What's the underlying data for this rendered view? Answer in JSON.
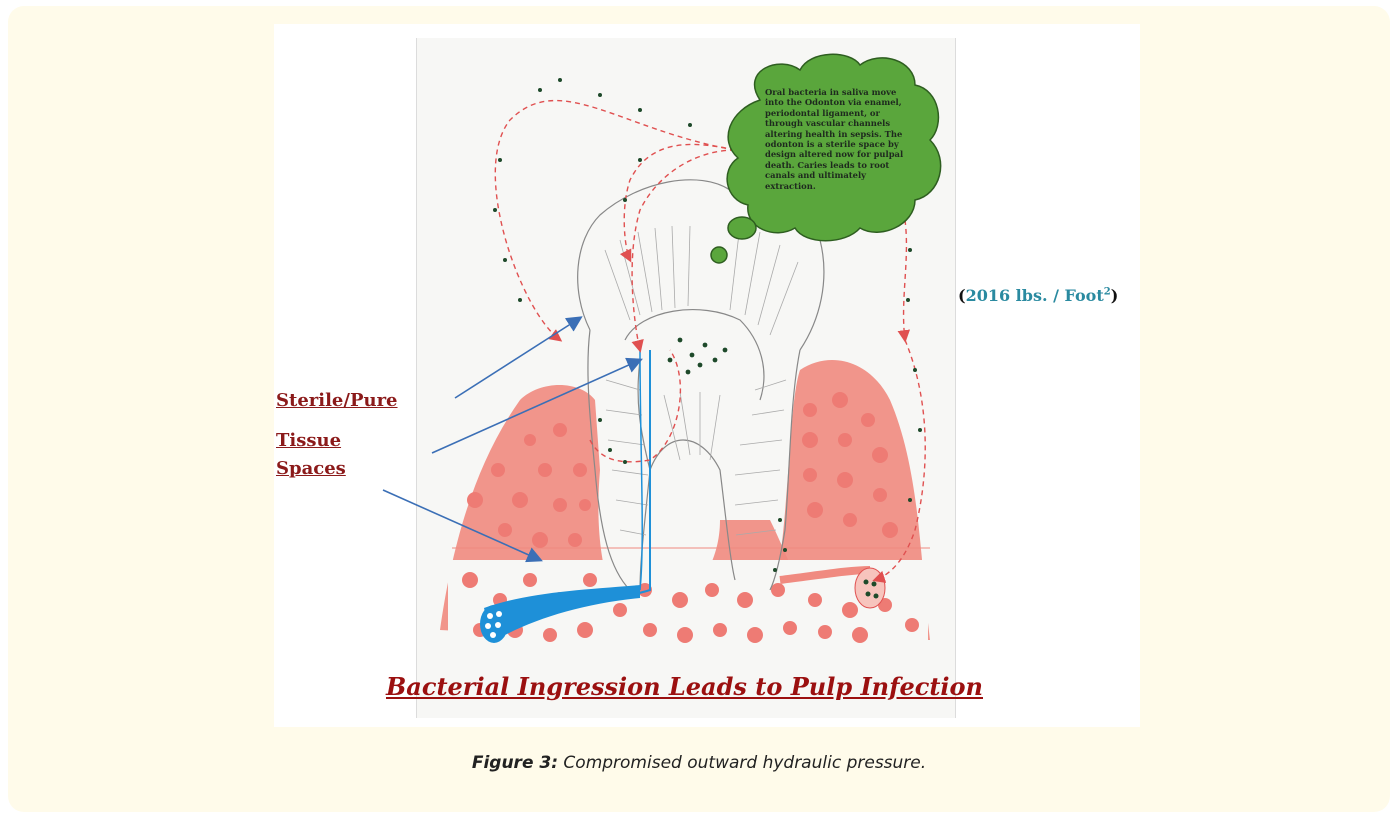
{
  "figure": {
    "bubble_text": "Oral bacteria in saliva move into the Odonton via enamel, periodontal ligament, or through vascular channels altering health in sepsis. The odonton is a sterile space by design altered now for pulpal death. Caries leads to root canals and ultimately extraction.",
    "pressure": {
      "open": "(",
      "value": "2016 lbs. / Foot",
      "sup": "2",
      "close": ")"
    },
    "labels": {
      "sterile": "Sterile/Pure",
      "tissue_line1": "Tissue",
      "tissue_line2": "Spaces"
    },
    "title": "Bacterial Ingression Leads to Pulp Infection",
    "colors": {
      "gum": "#f08a80",
      "bubble": "#5aa63c",
      "arrow_blue": "#3b6fb6",
      "vessel_blue": "#1e90d8",
      "bacteria_path": "#e05050",
      "label_red": "#8b1a1a"
    }
  },
  "caption": {
    "label": "Figure 3:",
    "text": " Compromised outward hydraulic pressure."
  }
}
